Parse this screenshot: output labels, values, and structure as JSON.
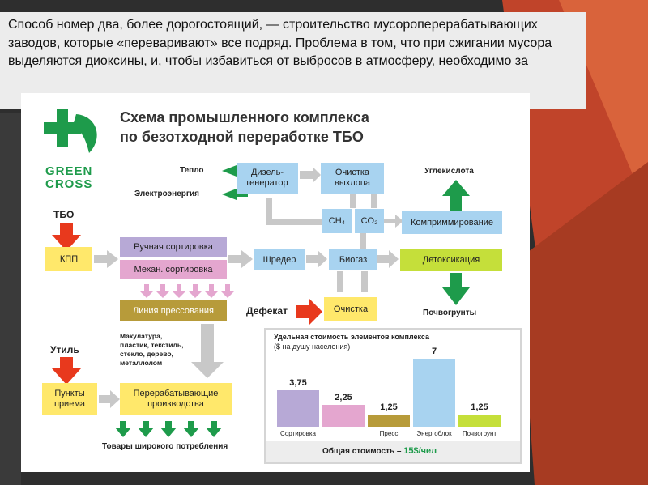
{
  "slide": {
    "caption": "Способ номер два, более дорогостоящий, — строительство мусороперерабатывающих заводов, которые «переваривают» все подряд. Проблема в том, что при сжигании мусора выделяются диоксины, и, чтобы избавиться от выбросов в атмосферу, необходимо за"
  },
  "logo": {
    "line1": "GREEN",
    "line2": "CROSS",
    "icon": "green-cross-leaf-icon"
  },
  "scheme": {
    "title_line1": "Схема промышленного комплекса",
    "title_line2": "по безотходной переработке ТБО",
    "labels": {
      "teplo": "Тепло",
      "electro": "Электроэнергия",
      "uglekislota": "Углекислота",
      "tbo": "ТБО",
      "defekat": "Дефекат",
      "util": "Утиль",
      "pochvogrunty": "Почвогрунты",
      "materials": "Макулатура,\nпластик, текстиль,\nстекло, дерево,\nметаллолом",
      "goods": "Товары широкого потребления"
    },
    "boxes": {
      "diesel": "Дизель-\nгенератор",
      "ochistka_vyhlopa": "Очистка\nвыхлопа",
      "ch4": "CH₄",
      "co2": "CO₂",
      "komprim": "Комприммирование",
      "kpp": "КПП",
      "ruchnaya": "Ручная сортировка",
      "mehan": "Механ. сортировка",
      "shreder": "Шредер",
      "biogaz": "Биогаз",
      "detoks": "Детоксикация",
      "liniya": "Линия прессования",
      "ochistka": "Очистка",
      "punkty": "Пункты\nприема",
      "pererab": "Перерабатывающие\nпроизводства"
    }
  },
  "chart_data": {
    "type": "bar",
    "title": "Удельная стоимость элементов комплекса",
    "subtitle": "($ на душу населения)",
    "categories": [
      "Сортировка",
      "Пресс",
      "Энергоблок",
      "Почвогрунт"
    ],
    "values": [
      3.75,
      2.25,
      1.25,
      7,
      1.25
    ],
    "bar_labels": [
      "3,75",
      "2,25",
      "1,25",
      "7",
      "1,25"
    ],
    "bar_colors": [
      "#b7a9d6",
      "#e4a6cf",
      "#b79b3a",
      "#a8d3f0",
      "#c5df3a"
    ],
    "ylim": [
      0,
      7.5
    ],
    "total_label": "Общая стоимость –",
    "total_value": "15$/чел"
  },
  "colors": {
    "green": "#1e9b4b",
    "red": "#e8391d",
    "gray_arrow": "#c8c8c8"
  }
}
